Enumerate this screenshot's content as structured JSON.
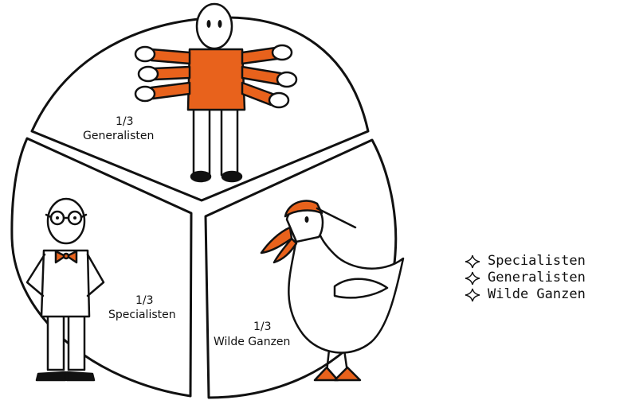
{
  "slices": [
    {
      "fraction": "1/3",
      "name": "Generalisten"
    },
    {
      "fraction": "1/3",
      "name": "Specialisten"
    },
    {
      "fraction": "1/3",
      "name": "Wilde Ganzen"
    }
  ],
  "legend": {
    "items": [
      "Specialisten",
      "Generalisten",
      "Wilde Ganzen"
    ],
    "icon": "four-point-star-outline-icon"
  },
  "colors": {
    "accent": "#e8621c",
    "ink": "#111111",
    "background": "#ffffff"
  }
}
